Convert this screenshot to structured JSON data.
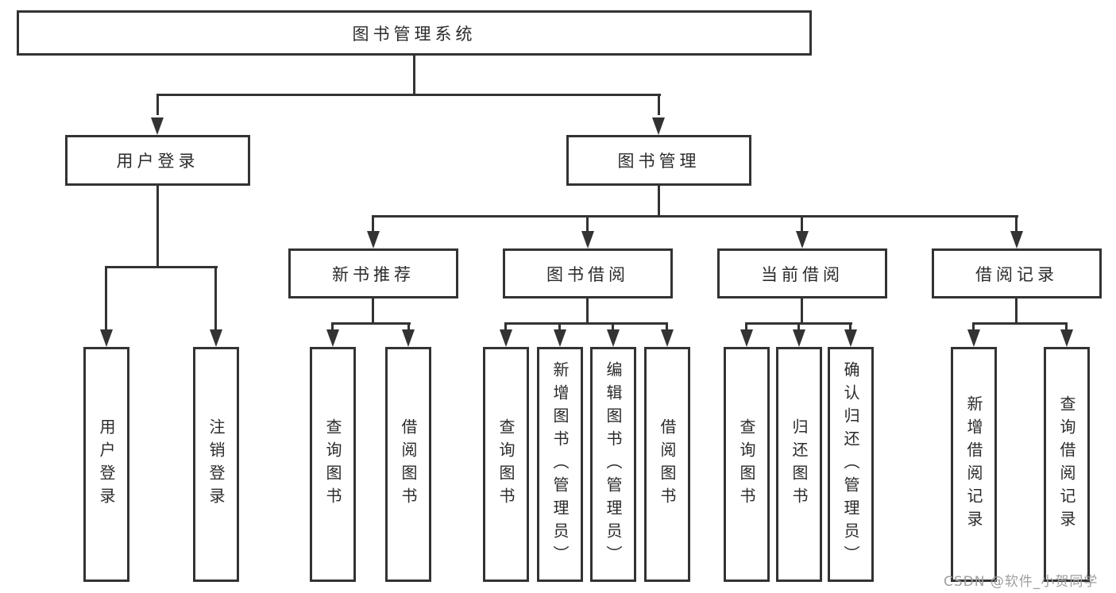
{
  "diagram": {
    "nodes": {
      "root": "图书管理系统",
      "user_login": "用户登录",
      "book_mgmt": "图书管理",
      "new_book_rec": "新书推荐",
      "book_borrow": "图书借阅",
      "current_borrow": "当前借阅",
      "borrow_records": "借阅记录",
      "leaf_user_login": "用户登录",
      "leaf_logout": "注销登录",
      "rec_query": "查询图书",
      "rec_borrow": "借阅图书",
      "bb_query": "查询图书",
      "bb_add": "新增图书（管理员）",
      "bb_edit": "编辑图书（管理员）",
      "bb_borrow": "借阅图书",
      "cb_query": "查询图书",
      "cb_return": "归还图书",
      "cb_confirm": "确认归还（管理员）",
      "br_add": "新增借阅记录",
      "br_query": "查询借阅记录"
    },
    "watermark": "CSDN @软件_小贺同学",
    "colors": {
      "line": "#333333",
      "text": "#2b2b2b",
      "watermark": "#9e9e9e",
      "background": "#ffffff"
    }
  }
}
